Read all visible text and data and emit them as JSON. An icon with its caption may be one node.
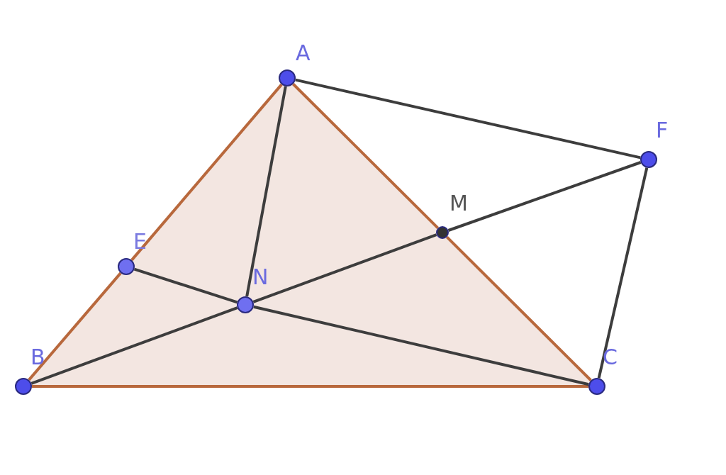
{
  "diagram": {
    "nodes": [
      {
        "text": [
          "A"
        ]
      },
      {
        "text": [
          "F"
        ]
      },
      {
        "text": [
          "M"
        ]
      },
      {
        "text": [
          "E"
        ]
      },
      {
        "text": [
          "N"
        ]
      },
      {
        "text": [
          "B"
        ]
      },
      {
        "text": [
          "C"
        ]
      }
    ],
    "edges": [
      {
        "from": 0,
        "to": 3,
        "arrow": "none",
        "color": "#b8683c"
      },
      {
        "from": 3,
        "to": 5,
        "arrow": "none",
        "color": "#b8683c"
      },
      {
        "from": 5,
        "to": 6,
        "arrow": "none",
        "color": "#b8683c"
      },
      {
        "from": 0,
        "to": 2,
        "arrow": "none",
        "color": "#b8683c"
      },
      {
        "from": 2,
        "to": 6,
        "arrow": "none",
        "color": "#b8683c"
      },
      {
        "from": 0,
        "to": 1,
        "arrow": "none"
      },
      {
        "from": 1,
        "to": 6,
        "arrow": "none"
      },
      {
        "from": 5,
        "to": 4,
        "arrow": "none"
      },
      {
        "from": 4,
        "to": 2,
        "arrow": "none"
      },
      {
        "from": 2,
        "to": 1,
        "arrow": "none"
      },
      {
        "from": 0,
        "to": 4,
        "arrow": "none"
      },
      {
        "from": 3,
        "to": 4,
        "arrow": "none"
      },
      {
        "from": 4,
        "to": 6,
        "arrow": "none"
      }
    ]
  }
}
